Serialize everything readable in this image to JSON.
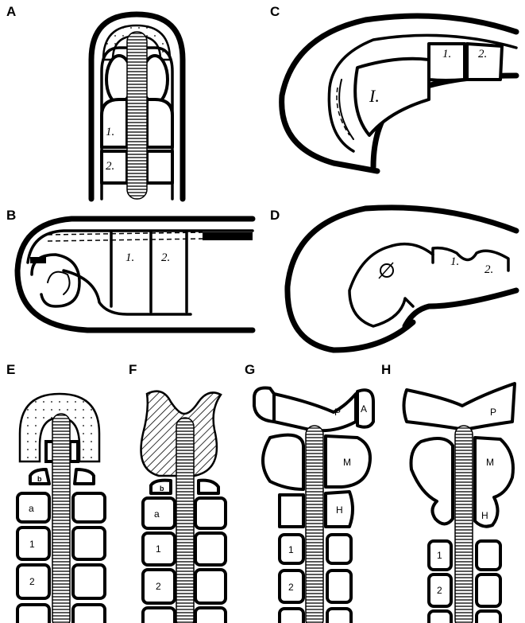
{
  "panels": {
    "A": {
      "letter": "A",
      "labels": [
        "1.",
        "2."
      ]
    },
    "B": {
      "letter": "B",
      "labels": [
        "1.",
        "2."
      ]
    },
    "C": {
      "letter": "C",
      "labels": [
        "1.",
        "2.",
        "I."
      ]
    },
    "D": {
      "letter": "D",
      "labels": [
        "1.",
        "2."
      ]
    },
    "E": {
      "letter": "E",
      "labels": [
        "b",
        "a",
        "1",
        "2"
      ]
    },
    "F": {
      "letter": "F",
      "labels": [
        "b",
        "a",
        "1",
        "2"
      ]
    },
    "G": {
      "letter": "G",
      "labels": [
        "P",
        "A",
        "M",
        "H",
        "1",
        "2"
      ]
    },
    "H": {
      "letter": "H",
      "labels": [
        "P",
        "M",
        "H",
        "1",
        "2"
      ]
    }
  }
}
